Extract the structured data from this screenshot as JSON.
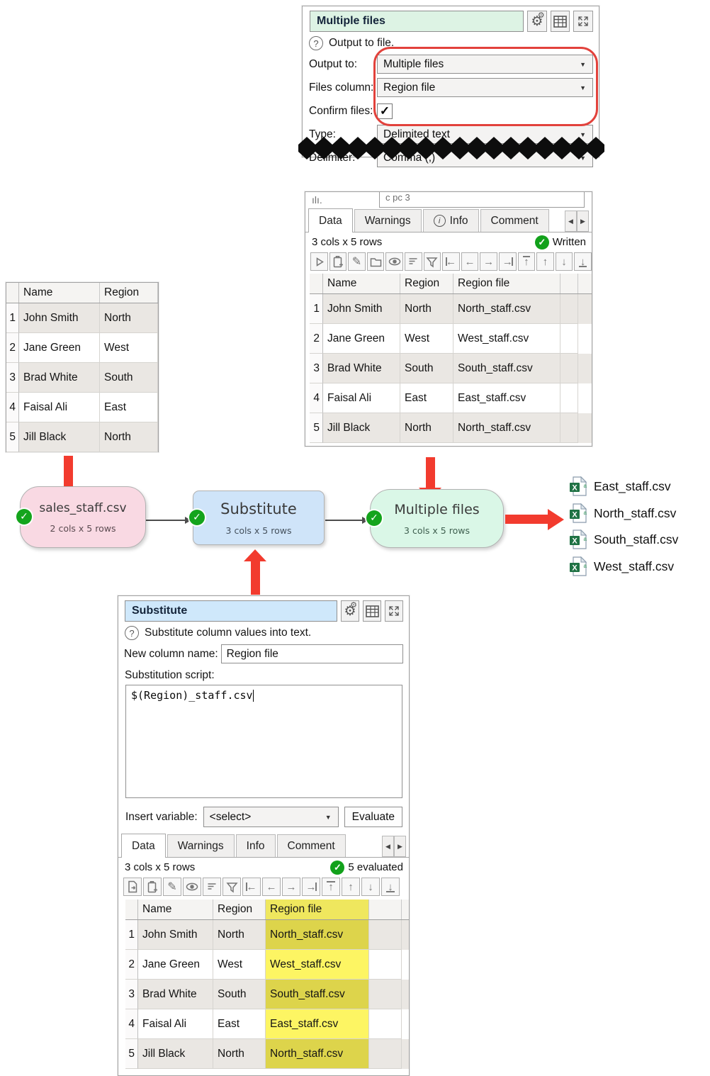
{
  "glyphs": {
    "check": "✓",
    "question": "?",
    "info_i": "i",
    "gear": "⚙",
    "pencil": "✎",
    "dropdown_caret": "▼",
    "tab_prev": "◀",
    "tab_next": "▶",
    "arrow_left": "←",
    "arrow_right": "→",
    "arrow_up": "↑",
    "arrow_down": "↓"
  },
  "settings_panel": {
    "title": "Multiple files",
    "help_text": "Output to file.",
    "rows": {
      "output_to": {
        "label": "Output to:",
        "value": "Multiple files"
      },
      "files_column": {
        "label": "Files column:",
        "value": "Region file"
      },
      "confirm_files": {
        "label": "Confirm files:"
      },
      "type": {
        "label": "Type:",
        "value": "Delimited text"
      },
      "delimiter": {
        "label": "Delimiter:",
        "value": "Comma (,)"
      }
    }
  },
  "written_panel": {
    "torn_left": "ılı.",
    "torn_right": "c   pc   3",
    "tabs": [
      "Data",
      "Warnings",
      "Info",
      "Comment"
    ],
    "status": "3 cols x 5 rows",
    "badge": "Written",
    "table": {
      "headers": [
        "Name",
        "Region",
        "Region file"
      ],
      "rows": [
        [
          "1",
          "John Smith",
          "North",
          "North_staff.csv"
        ],
        [
          "2",
          "Jane Green",
          "West",
          "West_staff.csv"
        ],
        [
          "3",
          "Brad White",
          "South",
          "South_staff.csv"
        ],
        [
          "4",
          "Faisal Ali",
          "East",
          "East_staff.csv"
        ],
        [
          "5",
          "Jill Black",
          "North",
          "North_staff.csv"
        ]
      ]
    }
  },
  "input_table": {
    "headers": [
      "Name",
      "Region"
    ],
    "rows": [
      [
        "1",
        "John Smith",
        "North"
      ],
      [
        "2",
        "Jane Green",
        "West"
      ],
      [
        "3",
        "Brad White",
        "South"
      ],
      [
        "4",
        "Faisal Ali",
        "East"
      ],
      [
        "5",
        "Jill Black",
        "North"
      ]
    ]
  },
  "flow": {
    "source": {
      "title": "sales_staff.csv",
      "subtitle": "2 cols x 5 rows"
    },
    "transform": {
      "title": "Substitute",
      "subtitle": "3 cols x 5 rows"
    },
    "output": {
      "title": "Multiple files",
      "subtitle": "3 cols x 5 rows"
    },
    "files": [
      "East_staff.csv",
      "North_staff.csv",
      "South_staff.csv",
      "West_staff.csv"
    ]
  },
  "substitute_panel": {
    "title": "Substitute",
    "help_text": "Substitute column values into text.",
    "new_column_label": "New column name:",
    "new_column_value": "Region file",
    "script_label": "Substitution script:",
    "script_value": "$(Region)_staff.csv",
    "insert_variable_label": "Insert variable:",
    "insert_variable_value": "<select>",
    "evaluate_label": "Evaluate",
    "tabs": [
      "Data",
      "Warnings",
      "Info",
      "Comment"
    ],
    "status": "3 cols x 5 rows",
    "badge": "5 evaluated",
    "table": {
      "headers": [
        "Name",
        "Region",
        "Region file"
      ],
      "rows": [
        [
          "1",
          "John Smith",
          "North",
          "North_staff.csv"
        ],
        [
          "2",
          "Jane Green",
          "West",
          "West_staff.csv"
        ],
        [
          "3",
          "Brad White",
          "South",
          "South_staff.csv"
        ],
        [
          "4",
          "Faisal Ali",
          "East",
          "East_staff.csv"
        ],
        [
          "5",
          "Jill Black",
          "North",
          "North_staff.csv"
        ]
      ]
    }
  }
}
